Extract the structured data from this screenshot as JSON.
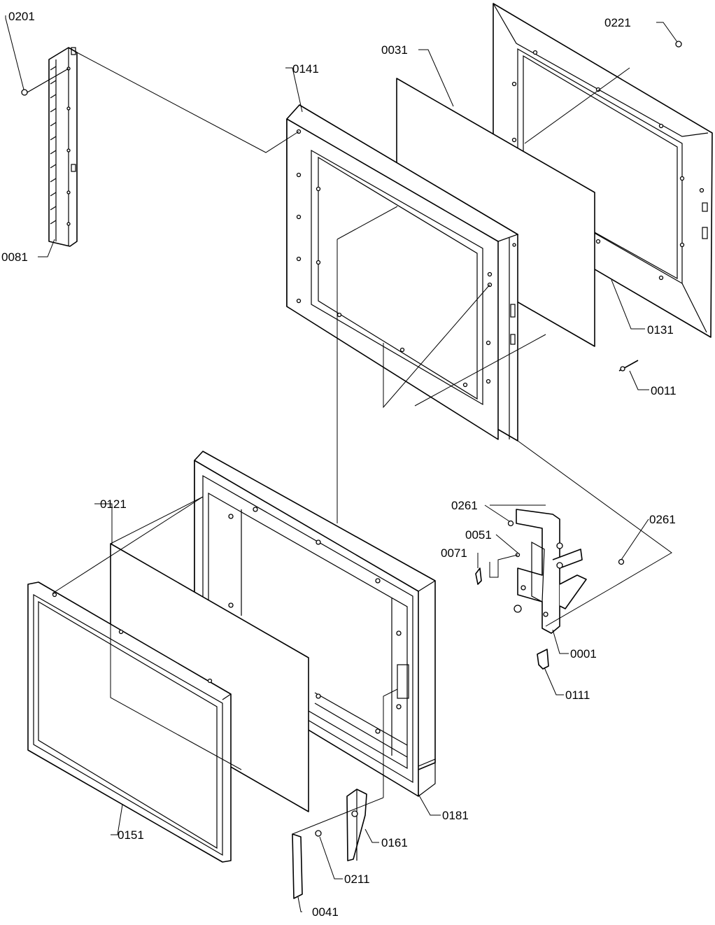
{
  "diagram": {
    "parts": [
      {
        "id": "p0201",
        "label": "0201"
      },
      {
        "id": "p0081",
        "label": "0081"
      },
      {
        "id": "p0141",
        "label": "0141"
      },
      {
        "id": "p0031",
        "label": "0031"
      },
      {
        "id": "p0221",
        "label": "0221"
      },
      {
        "id": "p0131",
        "label": "0131"
      },
      {
        "id": "p0011",
        "label": "0011"
      },
      {
        "id": "p0121",
        "label": "0121"
      },
      {
        "id": "p0261a",
        "label": "0261"
      },
      {
        "id": "p0261b",
        "label": "0261"
      },
      {
        "id": "p0051",
        "label": "0051"
      },
      {
        "id": "p0071",
        "label": "0071"
      },
      {
        "id": "p0001",
        "label": "0001"
      },
      {
        "id": "p0111",
        "label": "0111"
      },
      {
        "id": "p0181",
        "label": "0181"
      },
      {
        "id": "p0151",
        "label": "0151"
      },
      {
        "id": "p0161",
        "label": "0161"
      },
      {
        "id": "p0211",
        "label": "0211"
      },
      {
        "id": "p0041",
        "label": "0041"
      }
    ]
  }
}
